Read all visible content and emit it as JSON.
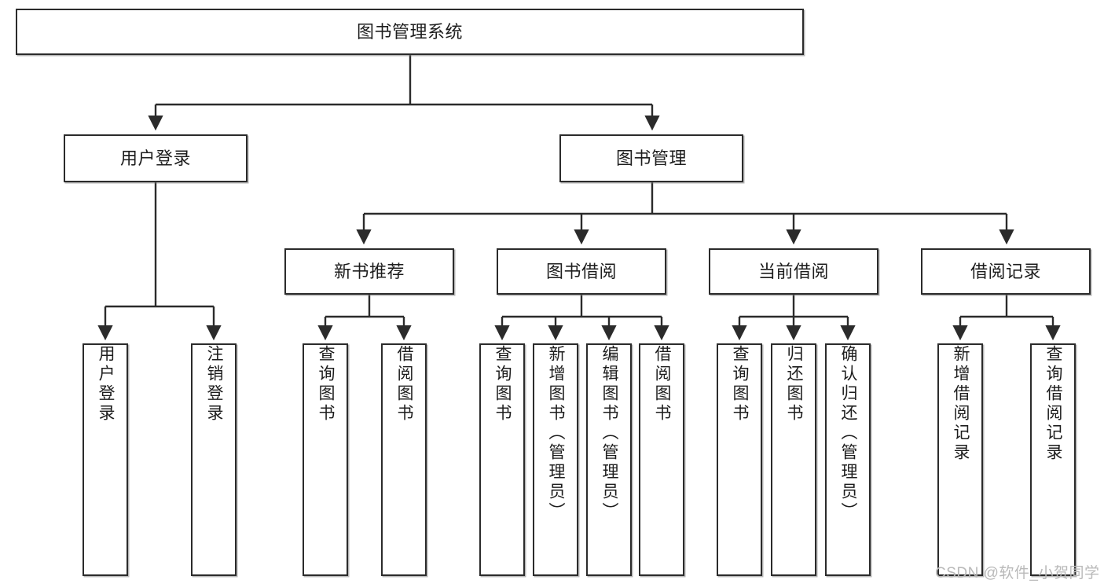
{
  "diagram": {
    "type": "hierarchy-tree",
    "title": "图书管理系统",
    "watermark": "CSDN @软件_小贺同学",
    "colors": {
      "box_border": "#2b2b2b",
      "box_fill": "#ffffff",
      "line": "#2b2b2b",
      "text": "#1d1d1d",
      "watermark": "#b9b9b9"
    },
    "nodes": {
      "root": {
        "label": "图书管理系统",
        "orientation": "horizontal"
      },
      "l2": [
        {
          "label": "用户登录",
          "orientation": "horizontal"
        },
        {
          "label": "图书管理",
          "orientation": "horizontal"
        }
      ],
      "l3": [
        {
          "label": "新书推荐",
          "orientation": "horizontal"
        },
        {
          "label": "图书借阅",
          "orientation": "horizontal"
        },
        {
          "label": "当前借阅",
          "orientation": "horizontal"
        },
        {
          "label": "借阅记录",
          "orientation": "horizontal"
        }
      ],
      "leaves": [
        {
          "label": "用户登录",
          "orientation": "vertical",
          "parent": "用户登录"
        },
        {
          "label": "注销登录",
          "orientation": "vertical",
          "parent": "用户登录"
        },
        {
          "label": "查询图书",
          "orientation": "vertical",
          "parent": "新书推荐"
        },
        {
          "label": "借阅图书",
          "orientation": "vertical",
          "parent": "新书推荐"
        },
        {
          "label": "查询图书",
          "orientation": "vertical",
          "parent": "图书借阅"
        },
        {
          "label": "新增图书（管理员）",
          "orientation": "vertical",
          "parent": "图书借阅"
        },
        {
          "label": "编辑图书（管理员）",
          "orientation": "vertical",
          "parent": "图书借阅"
        },
        {
          "label": "借阅图书",
          "orientation": "vertical",
          "parent": "图书借阅"
        },
        {
          "label": "查询图书",
          "orientation": "vertical",
          "parent": "当前借阅"
        },
        {
          "label": "归还图书",
          "orientation": "vertical",
          "parent": "当前借阅"
        },
        {
          "label": "确认归还（管理员）",
          "orientation": "vertical",
          "parent": "当前借阅"
        },
        {
          "label": "新增借阅记录",
          "orientation": "vertical",
          "parent": "借阅记录"
        },
        {
          "label": "查询借阅记录",
          "orientation": "vertical",
          "parent": "借阅记录"
        }
      ]
    }
  }
}
